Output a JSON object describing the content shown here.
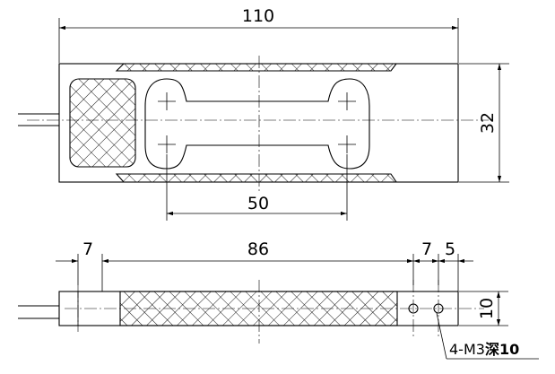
{
  "top_view": {
    "dimensions": {
      "overall_length": "110",
      "overall_width": "32",
      "hole_spacing": "50"
    }
  },
  "side_view": {
    "dimensions": {
      "end_offset": "7",
      "gauge_length": "86",
      "hole_offset": "7",
      "hole_pitch": "5",
      "height": "10"
    },
    "callout": {
      "prefix": "4-M3",
      "depth_label": "深10"
    }
  },
  "colors": {
    "line": "#000000",
    "background": "#ffffff"
  }
}
